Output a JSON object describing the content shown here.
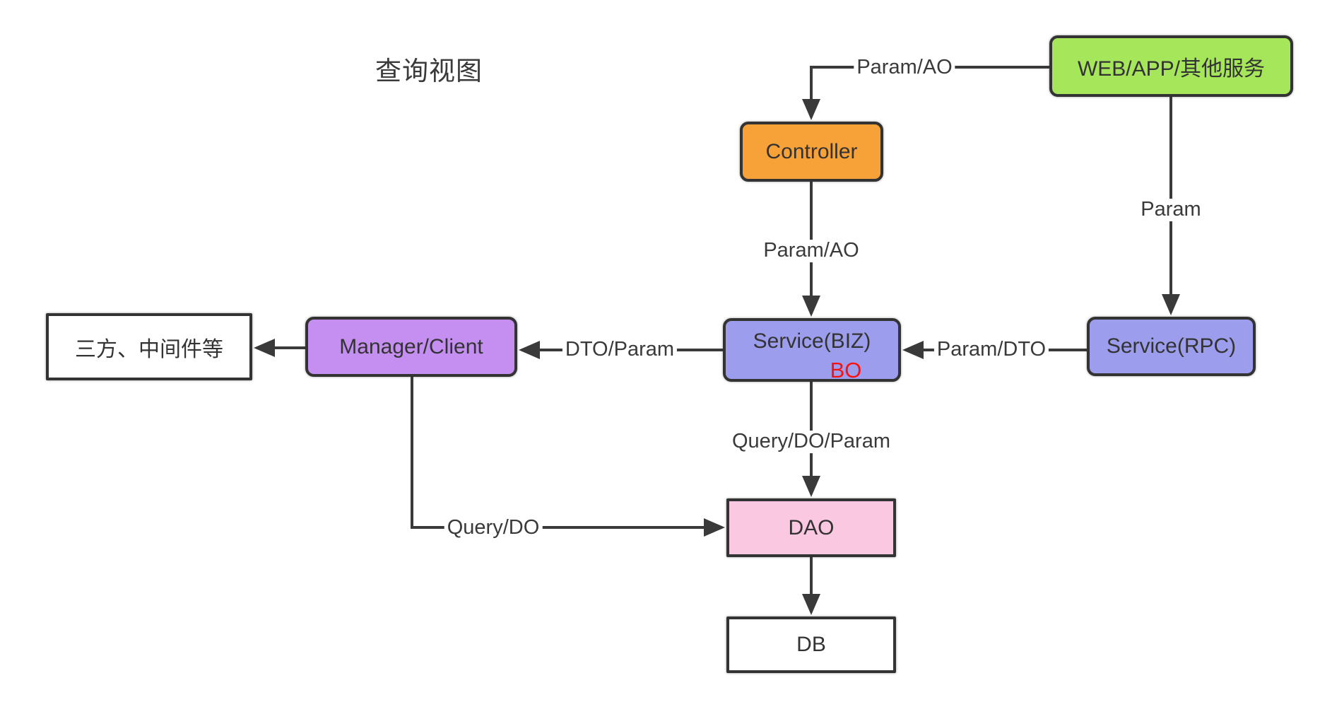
{
  "title": "查询视图",
  "colors": {
    "line": "#3a3a3a",
    "border": "#333333",
    "node_text": "#333333",
    "annotation_red": "#fd0f0a",
    "web_fill": "#a5e65a",
    "controller_fill": "#f7a139",
    "service_fill": "#9d9dee",
    "manager_fill": "#c48ff0",
    "dao_fill": "#fac8e0",
    "plain_fill": "#ffffff"
  },
  "nodes": {
    "web": {
      "label": "WEB/APP/其他服务",
      "fill": "#a5e65a"
    },
    "controller": {
      "label": "Controller",
      "fill": "#f7a139"
    },
    "service_biz": {
      "label": "Service(BIZ)",
      "fill": "#9d9dee"
    },
    "service_rpc": {
      "label": "Service(RPC)",
      "fill": "#9d9dee"
    },
    "manager": {
      "label": "Manager/Client",
      "fill": "#c48ff0"
    },
    "third_party": {
      "label": "三方、中间件等",
      "fill": "#ffffff"
    },
    "dao": {
      "label": "DAO",
      "fill": "#fac8e0"
    },
    "db": {
      "label": "DB",
      "fill": "#ffffff"
    }
  },
  "edge_labels": {
    "web_to_controller": "Param/AO",
    "web_to_rpc": "Param",
    "controller_to_biz": "Param/AO",
    "rpc_to_biz": "Param/DTO",
    "biz_to_manager": "DTO/Param",
    "biz_to_dao": "Query/DO/Param",
    "manager_to_dao": "Query/DO"
  },
  "annotations": {
    "bo": "BO"
  }
}
